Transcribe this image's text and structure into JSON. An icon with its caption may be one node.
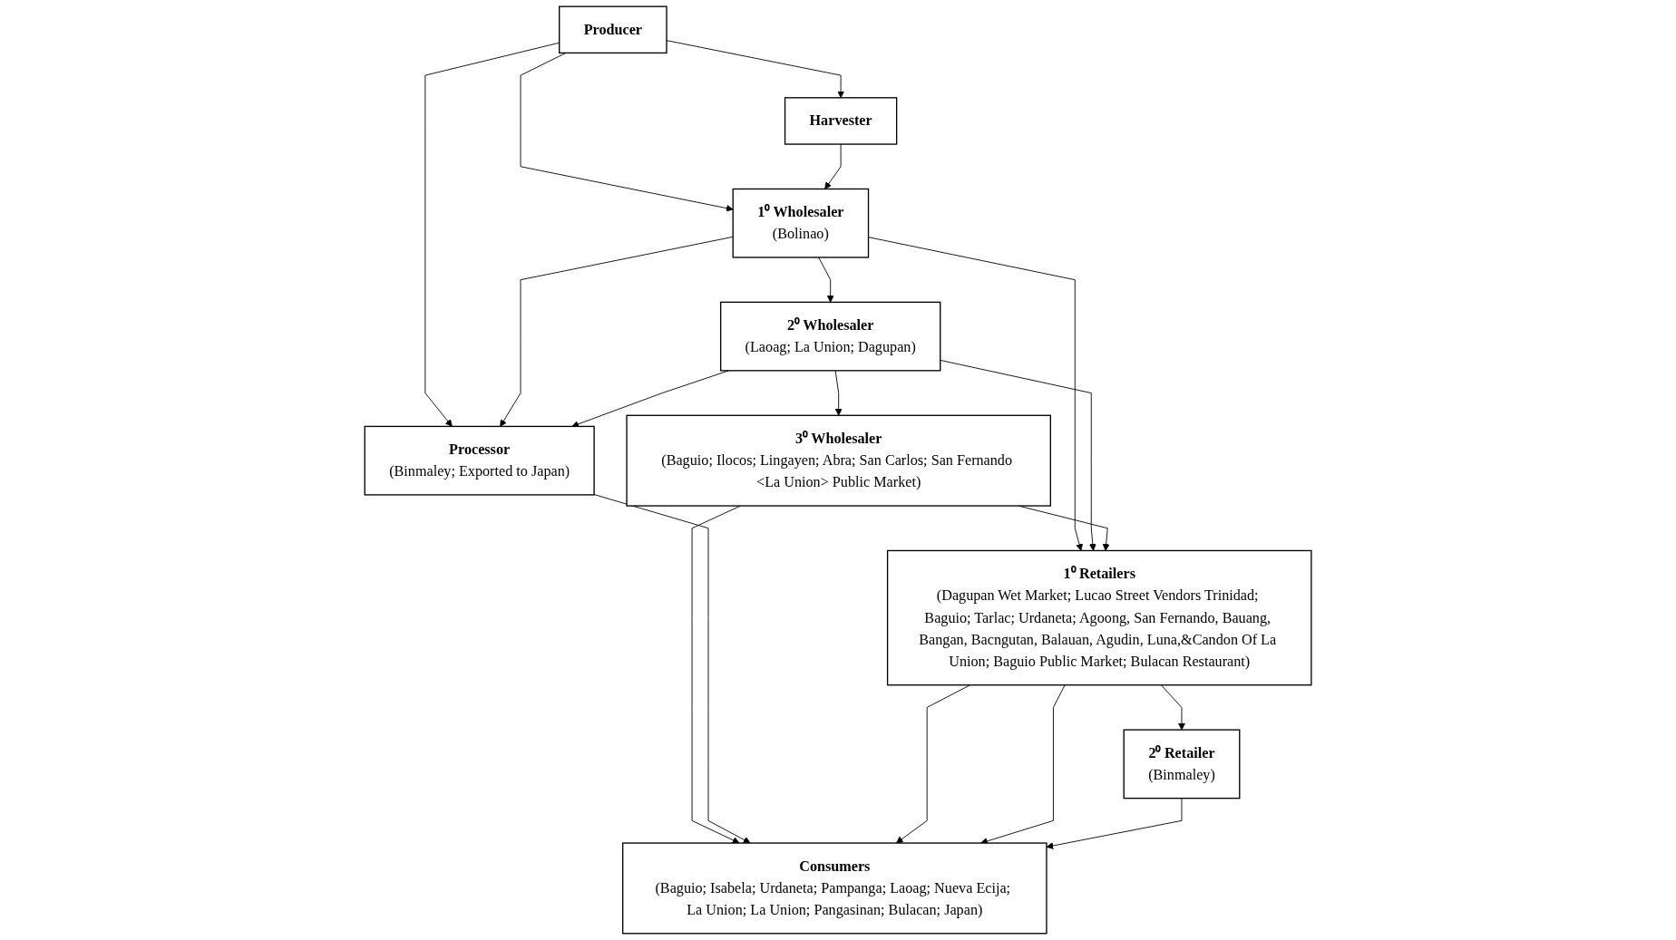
{
  "diagram": {
    "nodes": [
      {
        "text": [
          "Producer"
        ]
      },
      {
        "text": [
          "Harvester"
        ]
      },
      {
        "text": [
          "1⁰ Wholesaler",
          "(Bolinao)"
        ]
      },
      {
        "text": [
          "2⁰ Wholesaler",
          "(Laoag; La Union; Dagupan)"
        ]
      },
      {
        "text": [
          "Processor",
          "(Binmaley; Exported to Japan)"
        ]
      },
      {
        "text": [
          "3⁰ Wholesaler",
          "(Baguio; Ilocos; Lingayen; Abra; San Carlos; San Fernando <La Union> Public Market)"
        ]
      },
      {
        "text": [
          "1⁰ Retailers",
          "(Dagupan Wet Market; Lucao Street Vendors Trinidad; Baguio; Tarlac; Urdaneta; Agoong, San Fernando, Bauang, Bangan, Bacngutan, Balauan, Agudin, Luna,&Candon Of La Union; Baguio Public Market; Bulacan Restaurant)"
        ]
      },
      {
        "text": [
          "2⁰ Retailer",
          "(Binmaley)"
        ]
      },
      {
        "text": [
          "Consumers",
          "(Baguio; Isabela; Urdaneta; Pampanga; Laoag; Nueva Ecija; La Union; La Union; Pangasinan; Bulacan; Japan)"
        ]
      }
    ],
    "edges": [
      {
        "from": 0,
        "to": 1,
        "arrow": "to"
      },
      {
        "from": 0,
        "to": 2,
        "arrow": "to"
      },
      {
        "from": 0,
        "to": 4,
        "arrow": "to"
      },
      {
        "from": 1,
        "to": 2,
        "arrow": "to"
      },
      {
        "from": 2,
        "to": 3,
        "arrow": "to"
      },
      {
        "from": 2,
        "to": 4,
        "arrow": "to"
      },
      {
        "from": 2,
        "to": 6,
        "arrow": "to"
      },
      {
        "from": 3,
        "to": 4,
        "arrow": "to"
      },
      {
        "from": 3,
        "to": 6,
        "arrow": "to"
      },
      {
        "from": 3,
        "to": 5,
        "arrow": "to"
      },
      {
        "from": 5,
        "to": 6,
        "arrow": "to"
      },
      {
        "from": 5,
        "to": 8,
        "arrow": "to"
      },
      {
        "from": 4,
        "to": 8,
        "arrow": "to"
      },
      {
        "from": 6,
        "to": 8,
        "arrow": "to"
      },
      {
        "from": 6,
        "to": 7,
        "arrow": "to"
      },
      {
        "from": 6,
        "to": 8,
        "arrow": "to"
      },
      {
        "from": 7,
        "to": 8,
        "arrow": "to"
      }
    ]
  }
}
